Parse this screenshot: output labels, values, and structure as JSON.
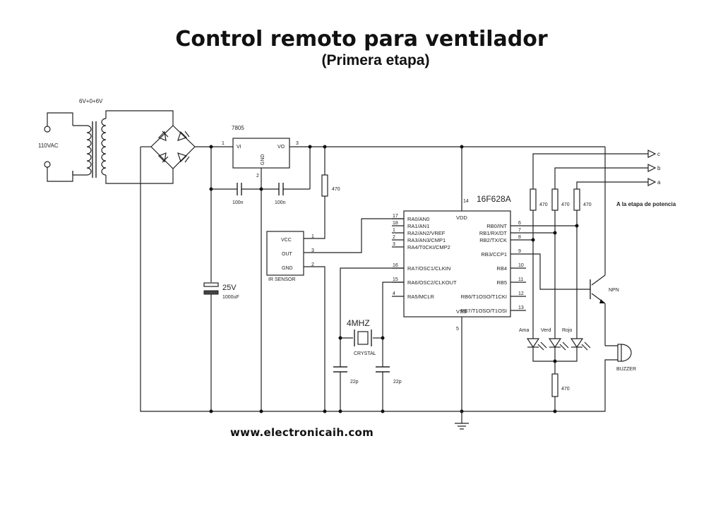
{
  "title": "Control remoto para ventilador",
  "subtitle": "(Primera etapa)",
  "website": "www.electronicaih.com",
  "labels": {
    "mains": "110VAC",
    "transformer": "6V+0+6V",
    "regulator_name": "7805",
    "reg_vi": "VI",
    "reg_vo": "VO",
    "reg_gnd": "GND",
    "reg_pin1": "1",
    "reg_pin2": "2",
    "reg_pin3": "3",
    "cap1": "100n",
    "cap2": "100n",
    "res_ir": "470",
    "cap_voltage": "25V",
    "cap_value": "1000uF",
    "ir_vcc": "VCC",
    "ir_out": "OUT",
    "ir_gnd": "GND",
    "ir_name": "IR SENSOR",
    "ir_pin1": "1",
    "ir_pin3": "3",
    "ir_pin2": "2",
    "crystal_freq": "4MHZ",
    "crystal_name": "CRYSTAL",
    "cap_22p_1": "22p",
    "cap_22p_2": "22p",
    "mcu_name": "16F628A",
    "mcu_vdd": "VDD",
    "mcu_vss": "VSS",
    "mcu_pin14": "14",
    "mcu_pin5": "5",
    "res_470_1": "470",
    "res_470_2": "470",
    "res_470_3": "470",
    "res_470_led": "470",
    "led_ama": "Ama",
    "led_verd": "Verd",
    "led_rojo": "Rojo",
    "npn": "NPN",
    "buzzer": "BUZZER",
    "power_stage": "A la etapa de potencia",
    "out_c": "c",
    "out_b": "b",
    "out_a": "a"
  },
  "mcu_left_pins": [
    {
      "num": "17",
      "name": "RA0/AN0"
    },
    {
      "num": "18",
      "name": "RA1/AN1"
    },
    {
      "num": "1",
      "name": "RA2/AN2/VREF"
    },
    {
      "num": "2",
      "name": "RA3/AN3/CMP1"
    },
    {
      "num": "3",
      "name": "RA4/T0CKI/CMP2"
    },
    {
      "num": "16",
      "name": "RA7/OSC1/CLKIN"
    },
    {
      "num": "15",
      "name": "RA6/OSC2/CLKOUT"
    },
    {
      "num": "4",
      "name": "RA5/MCLR"
    }
  ],
  "mcu_right_pins": [
    {
      "num": "6",
      "name": "RB0/INT"
    },
    {
      "num": "7",
      "name": "RB1/RX/DT"
    },
    {
      "num": "8",
      "name": "RB2/TX/CK"
    },
    {
      "num": "9",
      "name": "RB3/CCP1"
    },
    {
      "num": "10",
      "name": "RB4"
    },
    {
      "num": "11",
      "name": "RB5"
    },
    {
      "num": "12",
      "name": "RB6/T1OSO/T1CKI"
    },
    {
      "num": "13",
      "name": "RB7/T1OSO/T1OSI"
    }
  ]
}
